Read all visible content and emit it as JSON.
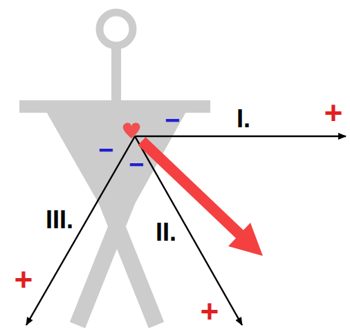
{
  "diagram": {
    "labels": [
      "−",
      "I.",
      "+",
      "−",
      "−",
      "III.",
      "II.",
      "+",
      "+"
    ]
  }
}
